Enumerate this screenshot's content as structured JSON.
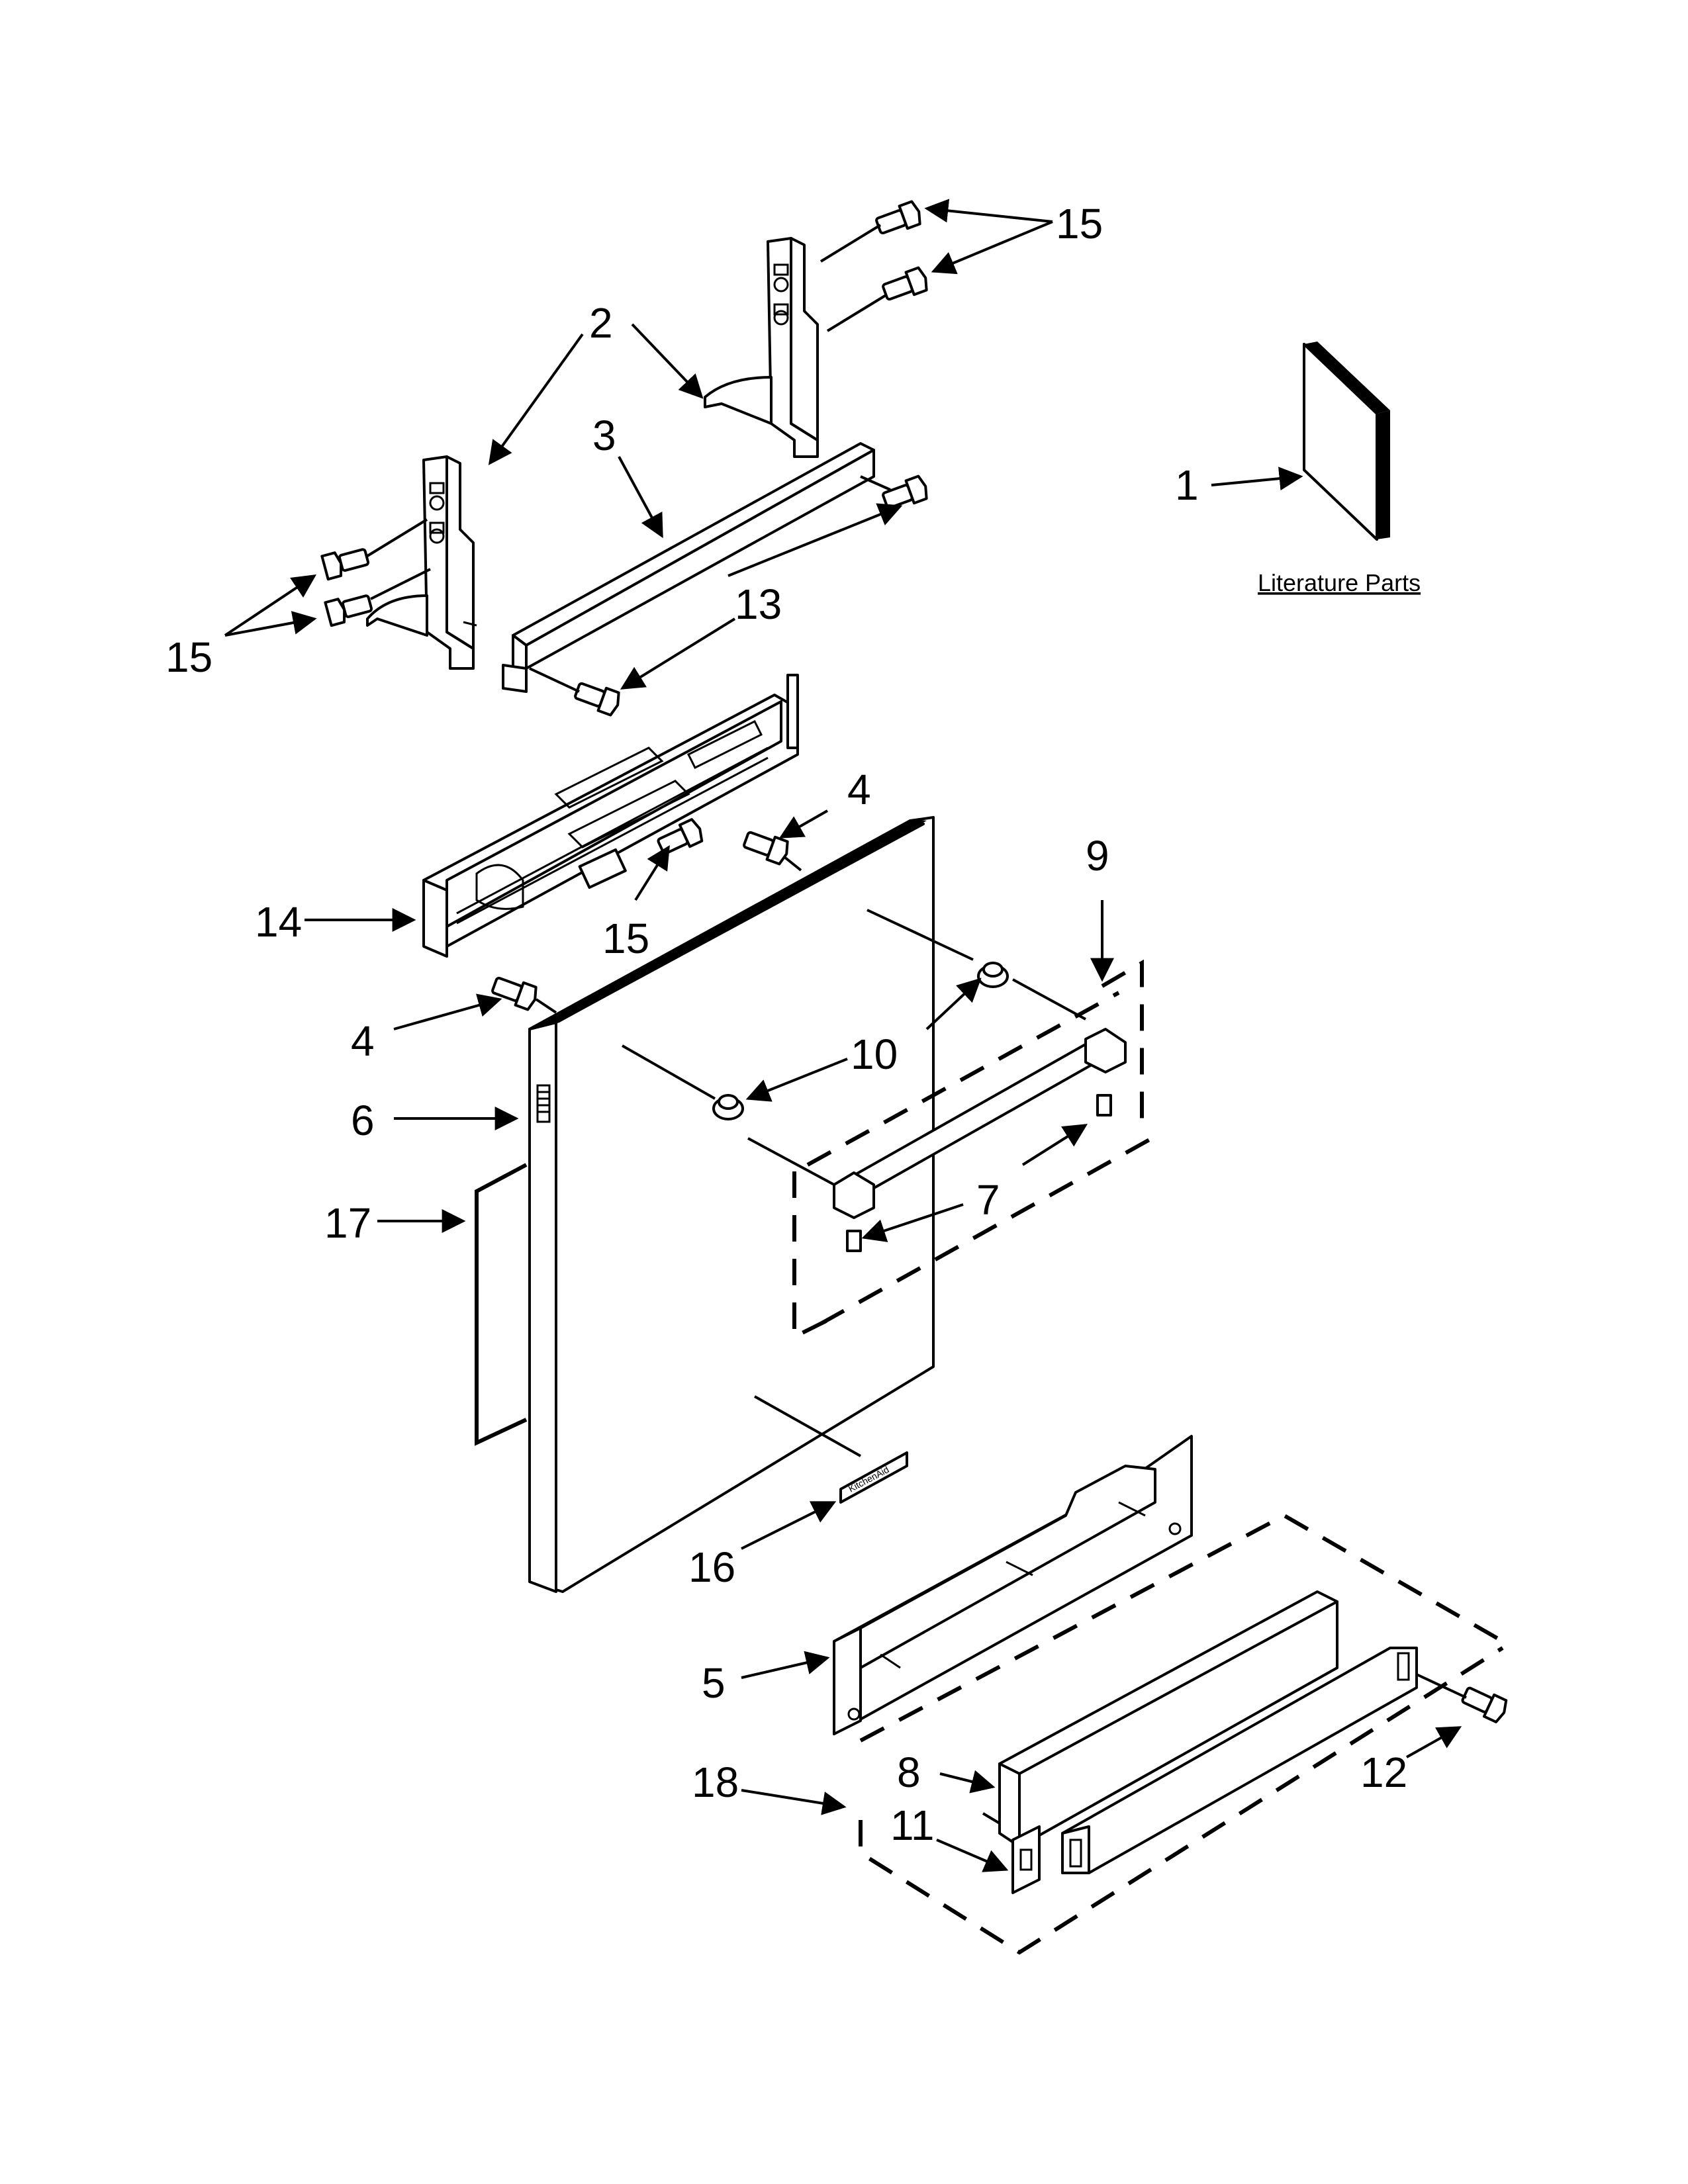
{
  "diagram": {
    "literature_label": "Literature Parts",
    "callouts": {
      "c1": "1",
      "c2": "2",
      "c3": "3",
      "c4a": "4",
      "c4b": "4",
      "c5": "5",
      "c6": "6",
      "c7": "7",
      "c8": "8",
      "c9": "9",
      "c10": "10",
      "c11": "11",
      "c12": "12",
      "c13": "13",
      "c14": "14",
      "c15a": "15",
      "c15b": "15",
      "c15c": "15",
      "c16": "16",
      "c17": "17",
      "c18": "18"
    },
    "badge_text": "KitchenAid"
  }
}
